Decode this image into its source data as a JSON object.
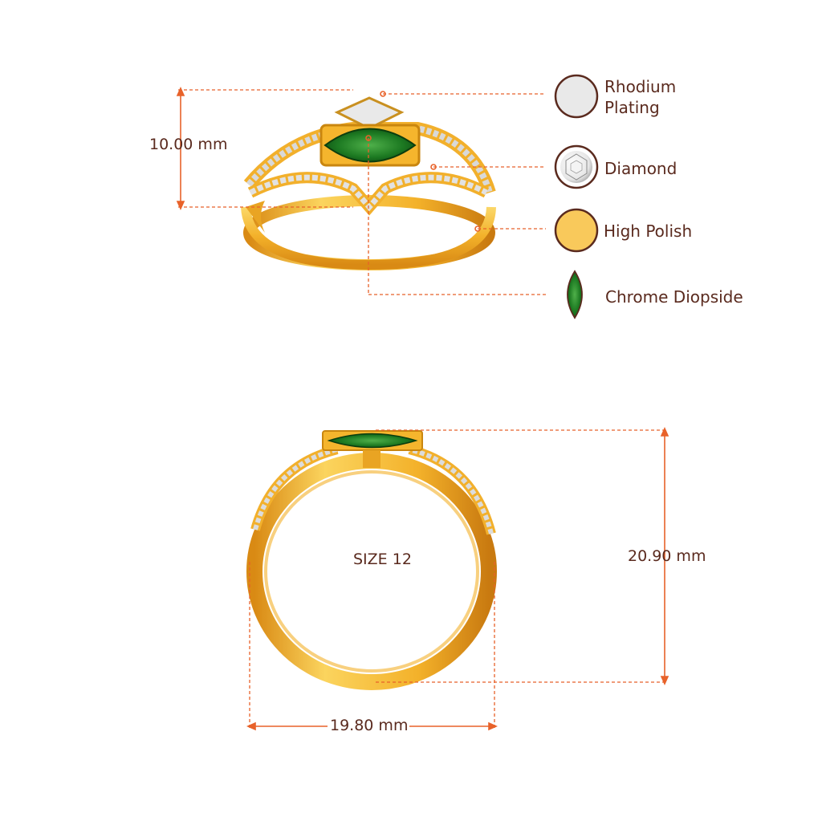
{
  "dimensions": {
    "top_height": "10.00 mm",
    "ring_height": "20.90 mm",
    "ring_width": "19.80 mm",
    "size": "SIZE 12"
  },
  "legend": [
    {
      "line1": "Rhodium",
      "line2": "Plating",
      "icon": "rhodium-plating-swatch-icon",
      "color": "#e9e9e9"
    },
    {
      "line1": "Diamond",
      "line2": "",
      "icon": "diamond-swatch-icon",
      "color": "#ffffff"
    },
    {
      "line1": "High Polish",
      "line2": "",
      "icon": "high-polish-swatch-icon",
      "color": "#f9c95b"
    },
    {
      "line1": "Chrome Diopside",
      "line2": "",
      "icon": "chrome-diopside-swatch-icon",
      "color": "#1f7a1f"
    }
  ],
  "colors": {
    "leader": "#e8622a",
    "text": "#5a2a1e",
    "gold": "#f3b12a",
    "gold_dark": "#d98a14",
    "emerald": "#1d7a22",
    "swatch_border": "#5a2a1e"
  }
}
